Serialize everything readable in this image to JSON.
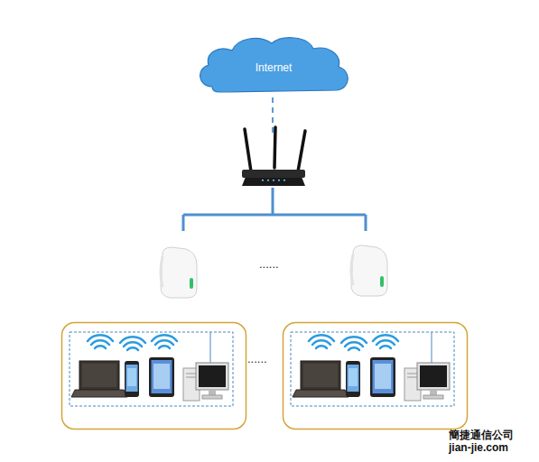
{
  "diagram": {
    "nodes": [
      {
        "text": [
          "Internet"
        ]
      }
    ],
    "labels": [
      "......",
      "......",
      "簡捷通信公司",
      "jian-jie.com"
    ]
  }
}
